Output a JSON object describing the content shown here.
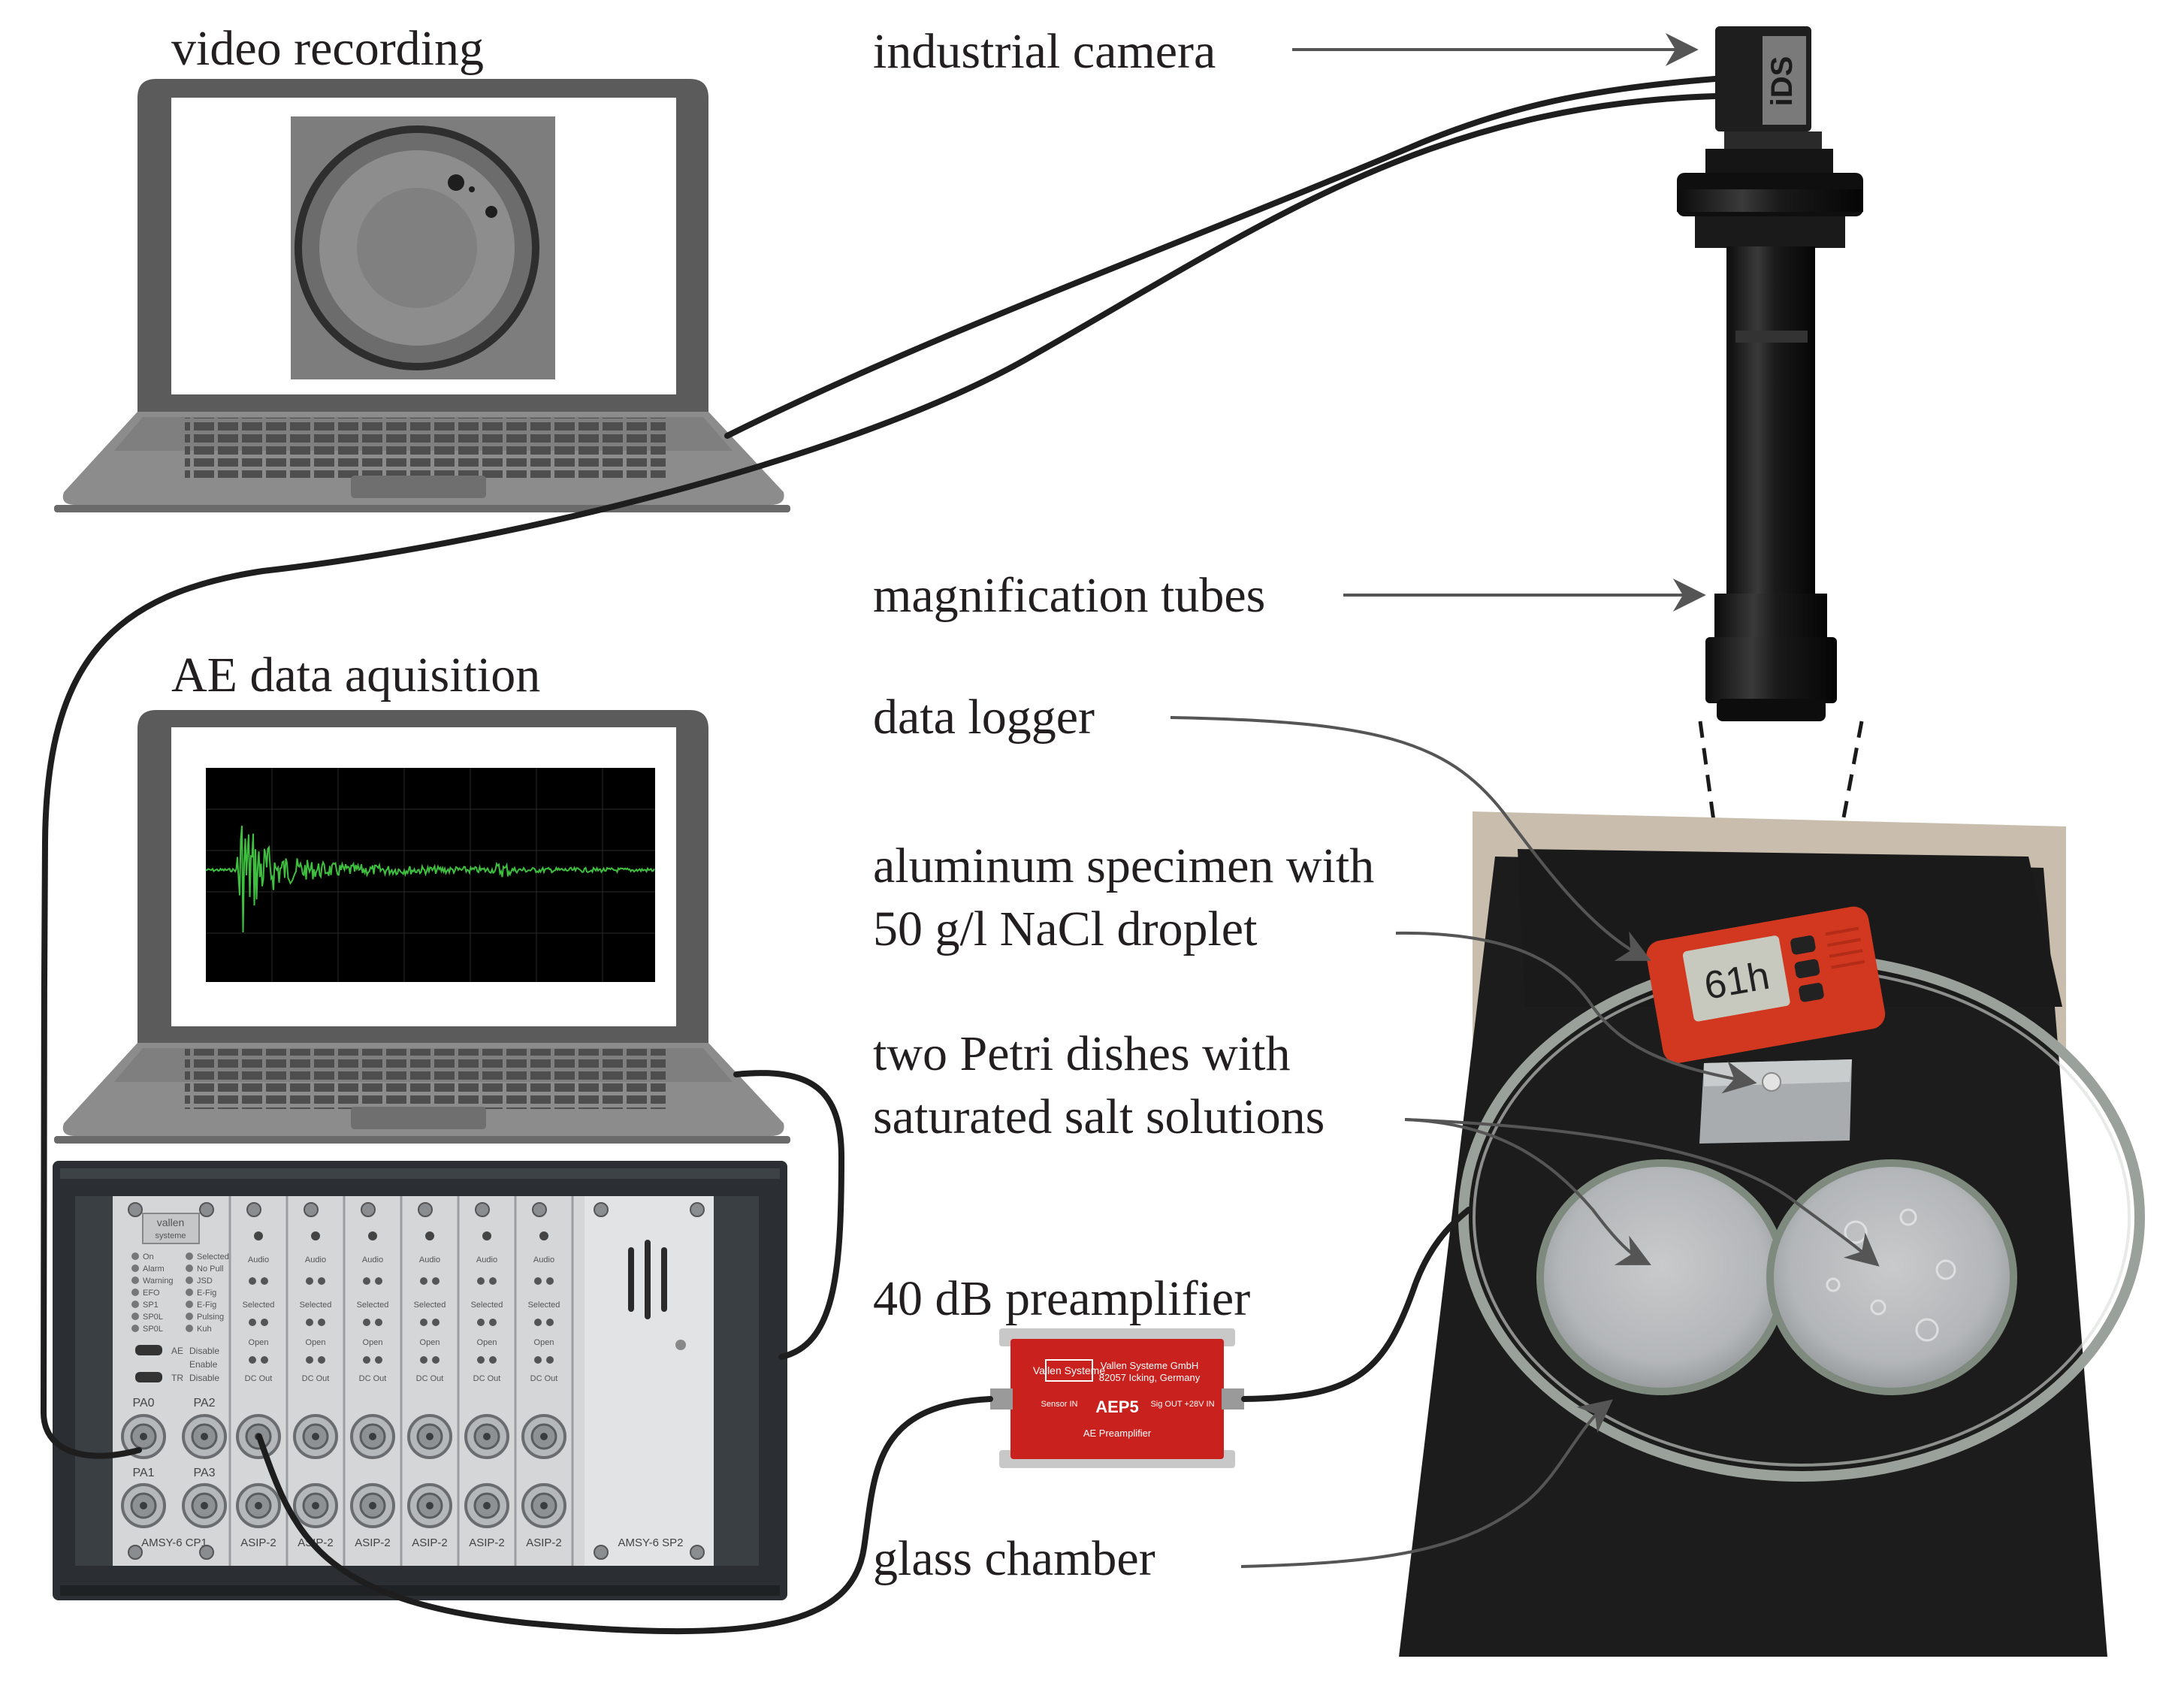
{
  "labels": {
    "video_recording": "video recording",
    "ae_data_acquisition": "AE data aquisition",
    "industrial_camera": "industrial camera",
    "magnification_tubes": "magnification tubes",
    "data_logger": "data logger",
    "specimen_line1": "aluminum specimen with",
    "specimen_line2": "50 g/l NaCl droplet",
    "petri_line1": "two Petri dishes with",
    "petri_line2": "saturated salt solutions",
    "preamplifier": "40 dB preamplifier",
    "glass_chamber": "glass chamber"
  },
  "camera": {
    "brand": "iDS"
  },
  "preamp": {
    "brand": "Vallen Systeme",
    "company": "Vallen Systeme GmbH",
    "address": "82057 Icking, Germany",
    "model": "AEP5",
    "subtitle": "AE Preamplifier",
    "sensor_in": "Sensor IN",
    "sig_out": "Sig OUT +28V IN"
  },
  "logger": {
    "display": "61h"
  },
  "rack": {
    "cp_label": "AMSY-6 CP1",
    "cp_ports": [
      "PA0",
      "PA2",
      "PA1",
      "PA3"
    ],
    "cp_left_leds": [
      "On",
      "Alarm",
      "Warning",
      "EFO",
      "SP1",
      "SP0L",
      "SP0L"
    ],
    "cp_right_leds": [
      "Selected",
      "No Pull",
      "JSD",
      "E-Fig",
      "E-Fig",
      "Pulsing",
      "Kuh"
    ],
    "cp_switch_labels": [
      "AE",
      "Disable",
      "Enable",
      "TR",
      "Disable"
    ],
    "channel_labels": [
      "ASIP-2",
      "ASIP-2",
      "ASIP-2",
      "ASIP-2",
      "ASIP-2",
      "ASIP-2"
    ],
    "channel_controls": [
      "Audio",
      "Selected",
      "Open",
      "DC Out"
    ],
    "sp_label": "AMSY-6 SP2"
  },
  "colors": {
    "laptop_body": "#8c8c8c",
    "laptop_dark": "#5f5f5f",
    "waveform": "#3fbf3f",
    "preamp_red": "#c8211e",
    "logger_red": "#d2371f",
    "rack_dark": "#2b2f33",
    "rack_panel": "#d4d6d8",
    "arrow": "#555555",
    "text": "#231f20"
  },
  "icons": [
    "laptop-icon",
    "camera-icon",
    "lens-tube-icon",
    "rack-icon",
    "preamp-icon",
    "petri-dish-icon",
    "logger-icon"
  ]
}
